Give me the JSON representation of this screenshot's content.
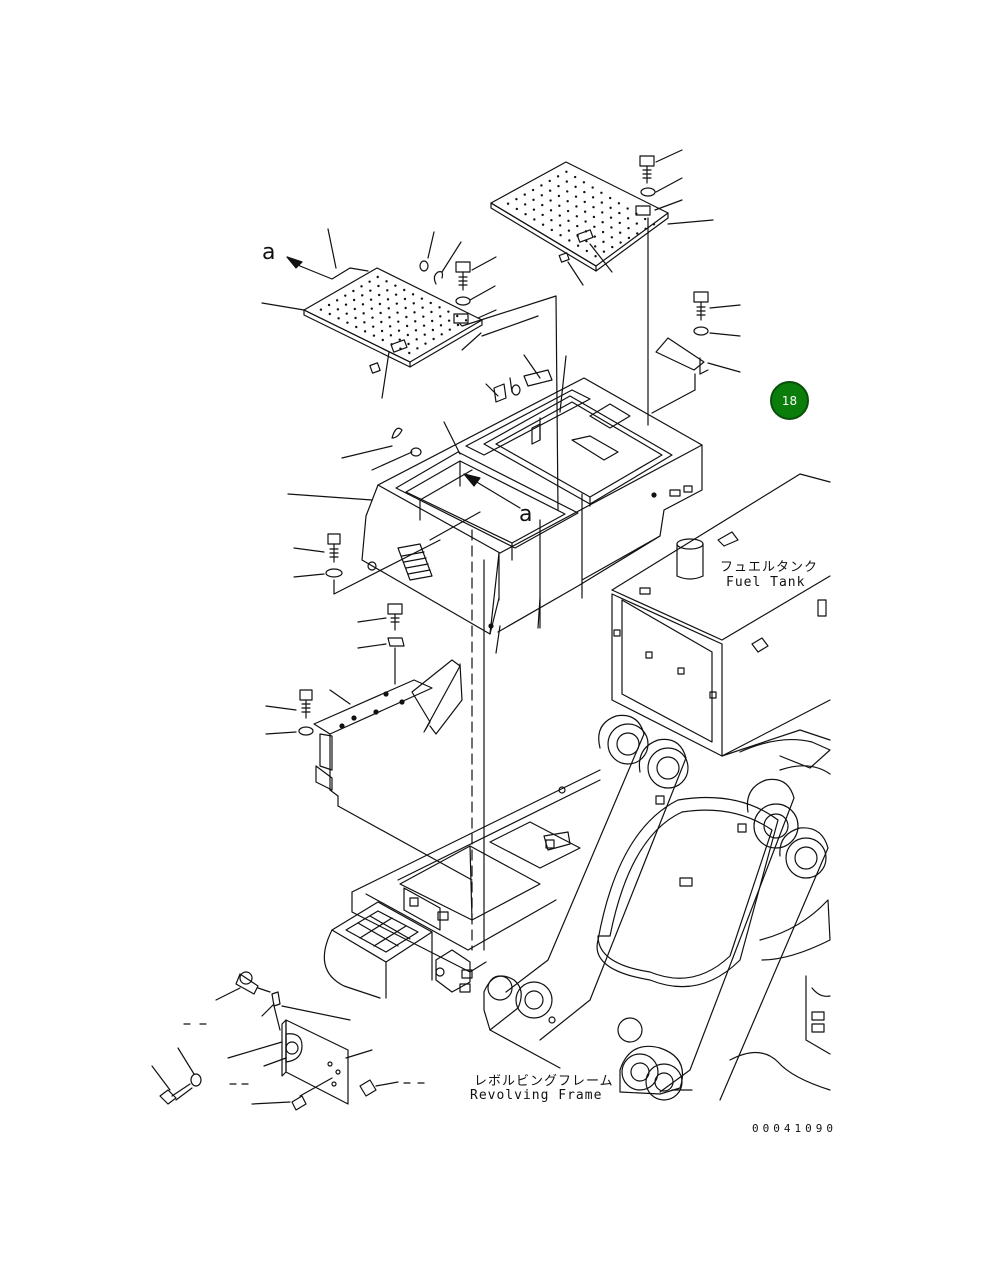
{
  "callout_letter_top": "a",
  "callout_letter_body": "a",
  "fuel_tank_label_jp": "フュエルタンク",
  "fuel_tank_label_en": "Fuel Tank",
  "frame_label_jp": "レボルビングフレーム",
  "frame_label_en": "Revolving Frame",
  "drawing_code": "00041090",
  "badge_number": "18",
  "colors": {
    "line": "#111111",
    "badge": "#0b7d0b"
  }
}
